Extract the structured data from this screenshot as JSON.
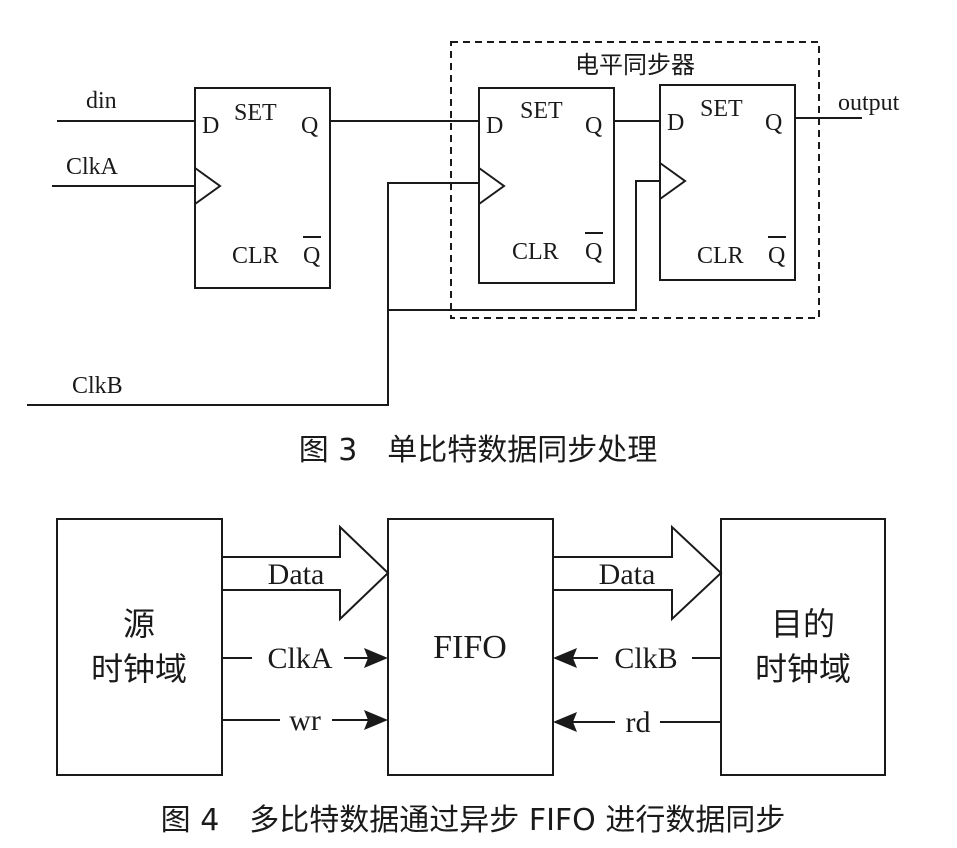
{
  "figure3": {
    "synchronizer_label": "电平同步器",
    "inputs": {
      "din": "din",
      "clka": "ClkA",
      "clkb": "ClkB"
    },
    "output": "output",
    "flipflop": {
      "d": "D",
      "set": "SET",
      "q": "Q",
      "clr": "CLR",
      "qbar": "Q"
    },
    "caption": "图 3　单比特数据同步处理"
  },
  "figure4": {
    "source_domain": [
      "源",
      "时钟域"
    ],
    "fifo": "FIFO",
    "target_domain": [
      "目的",
      "时钟域"
    ],
    "signals": {
      "data_left": "Data",
      "data_right": "Data",
      "clka": "ClkA",
      "wr": "wr",
      "clkb": "ClkB",
      "rd": "rd"
    },
    "caption": "图 4　多比特数据通过异步 FIFO 进行数据同步"
  }
}
